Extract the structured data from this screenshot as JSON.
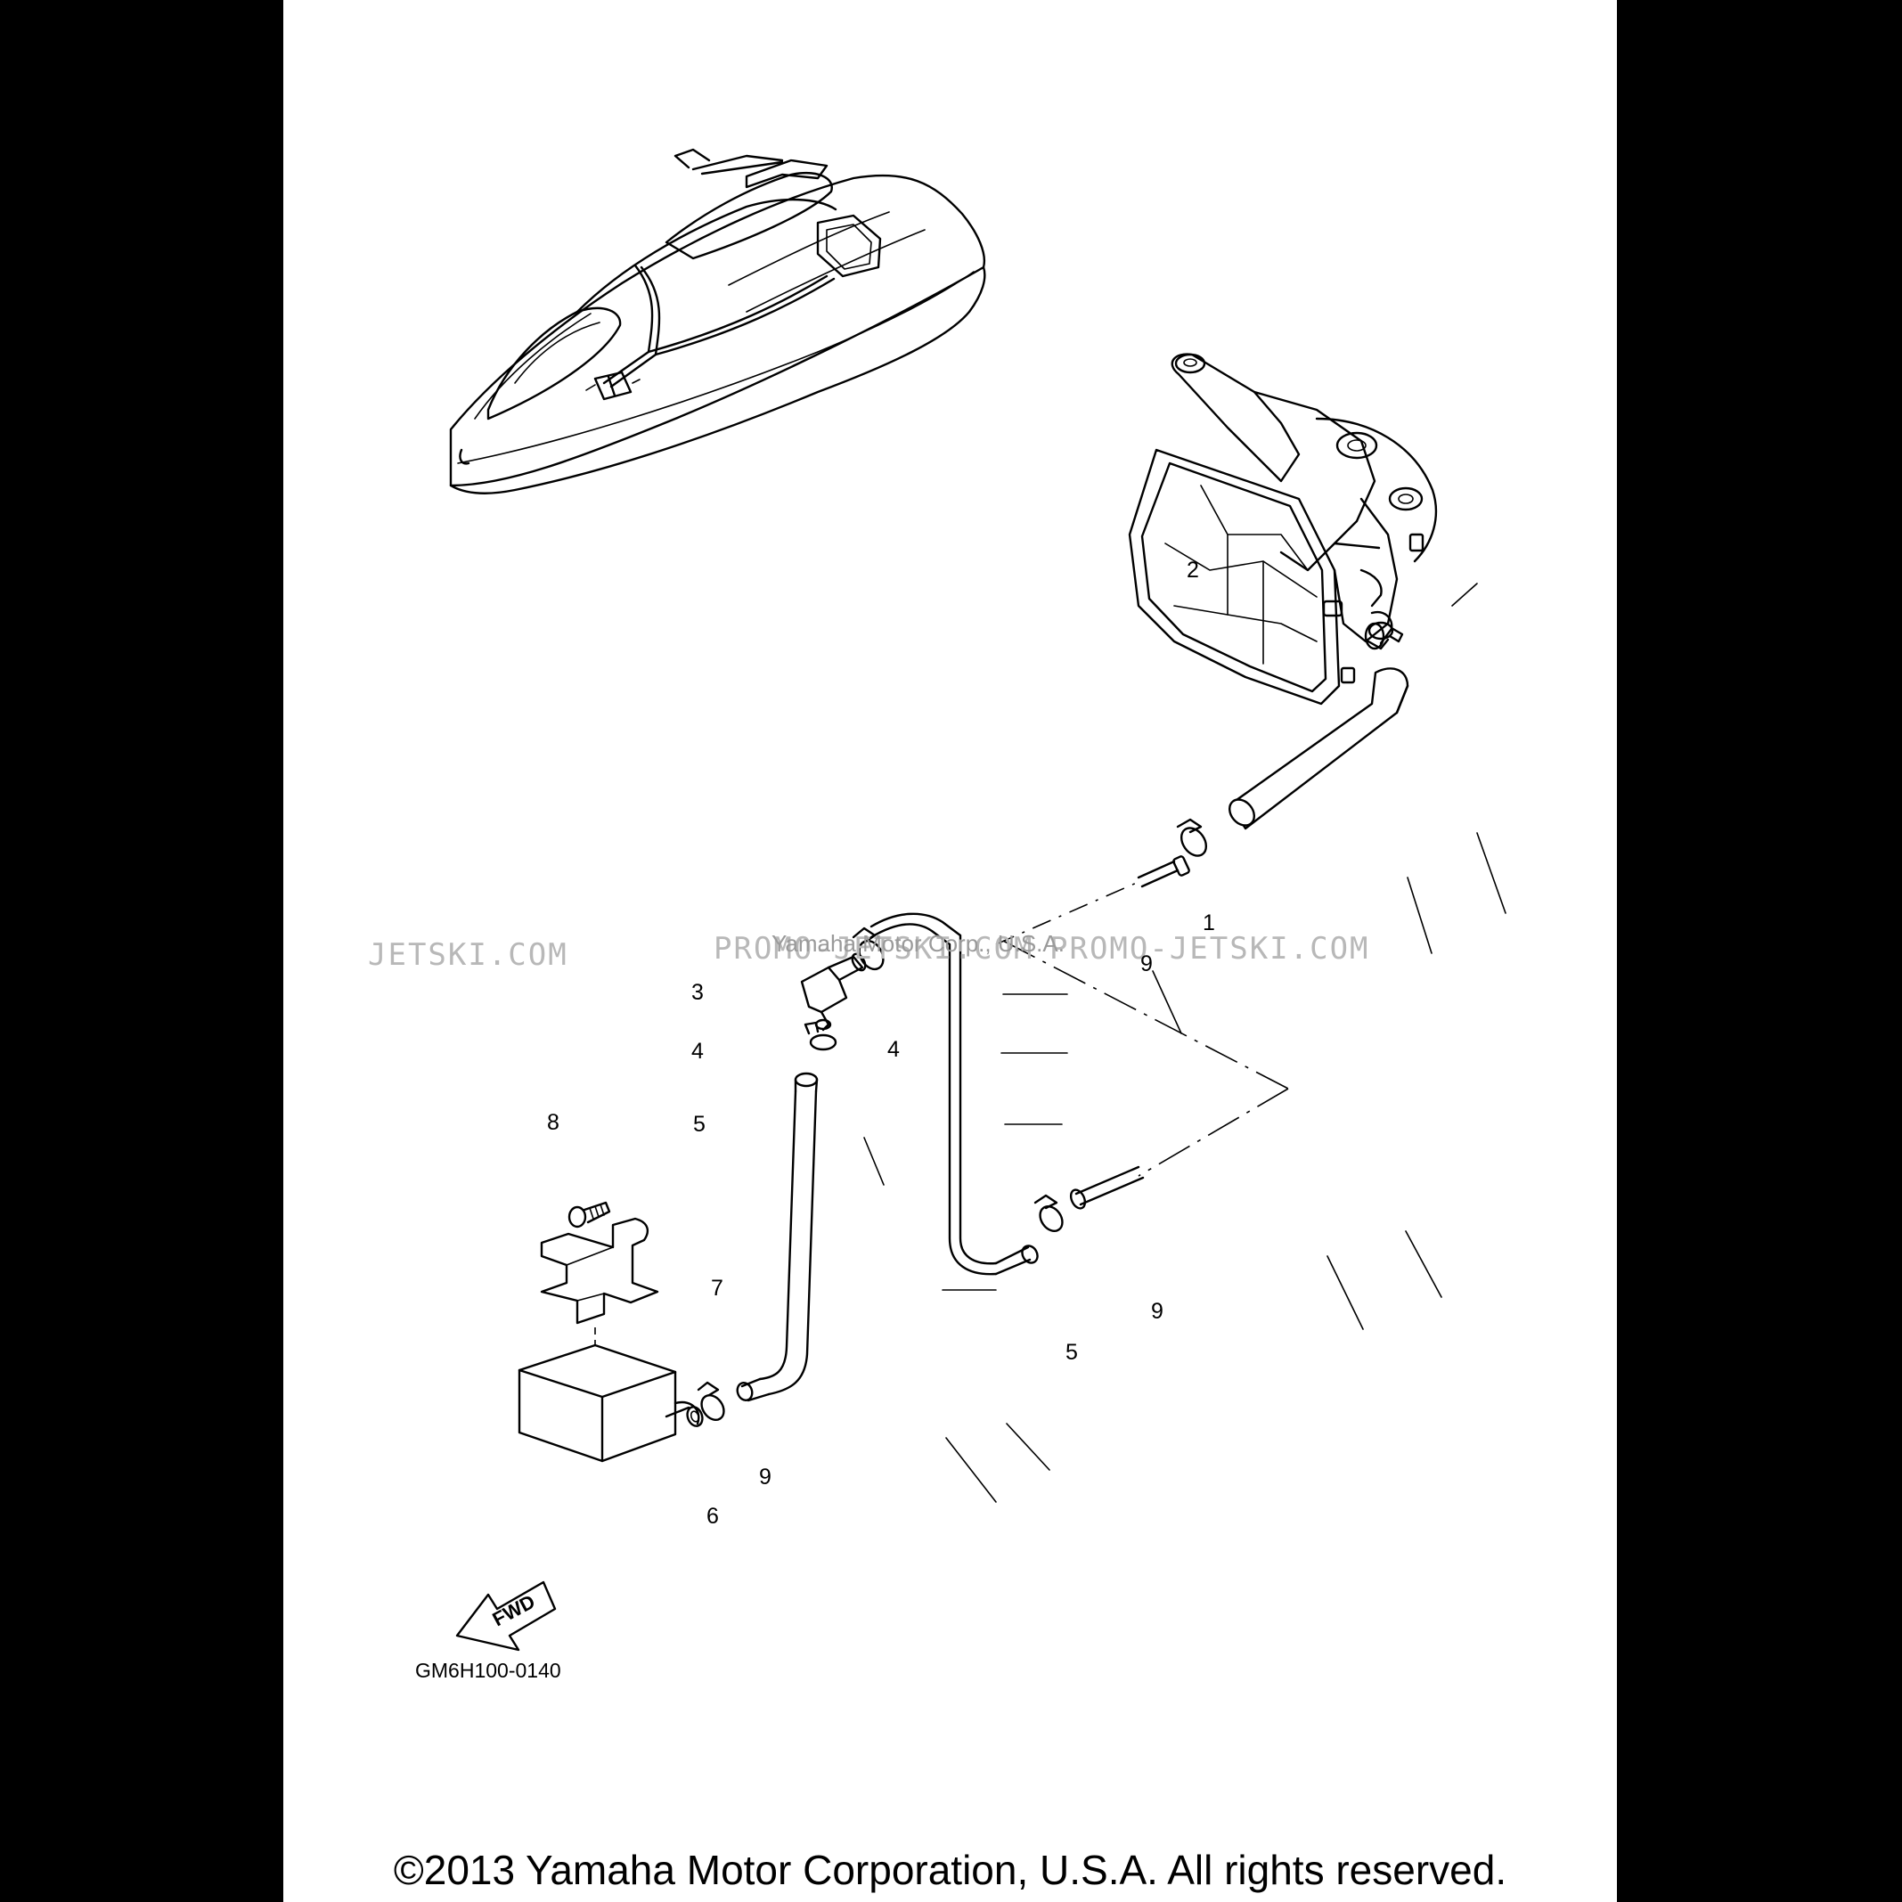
{
  "diagram": {
    "part_code": "GM6H100-0140",
    "fwd_label": "FWD",
    "copyright": "©2013 Yamaha Motor Corporation, U.S.A. All rights reserved.",
    "watermark": {
      "left": "JETSKI.COM",
      "center": "PROMO-JETSKI.COM",
      "right": "PROMO-JETSKI.COM",
      "overlay": "Yamaha Motor Corp., U.S.A."
    },
    "callouts": [
      {
        "id": "c1",
        "label": "1"
      },
      {
        "id": "c2",
        "label": "2"
      },
      {
        "id": "c3",
        "label": "3"
      },
      {
        "id": "c4a",
        "label": "4"
      },
      {
        "id": "c4b",
        "label": "4"
      },
      {
        "id": "c5a",
        "label": "5"
      },
      {
        "id": "c5b",
        "label": "5"
      },
      {
        "id": "c6",
        "label": "6"
      },
      {
        "id": "c7",
        "label": "7"
      },
      {
        "id": "c8",
        "label": "8"
      },
      {
        "id": "c9a",
        "label": "9"
      },
      {
        "id": "c9b",
        "label": "9"
      },
      {
        "id": "c9c",
        "label": "9"
      }
    ]
  }
}
